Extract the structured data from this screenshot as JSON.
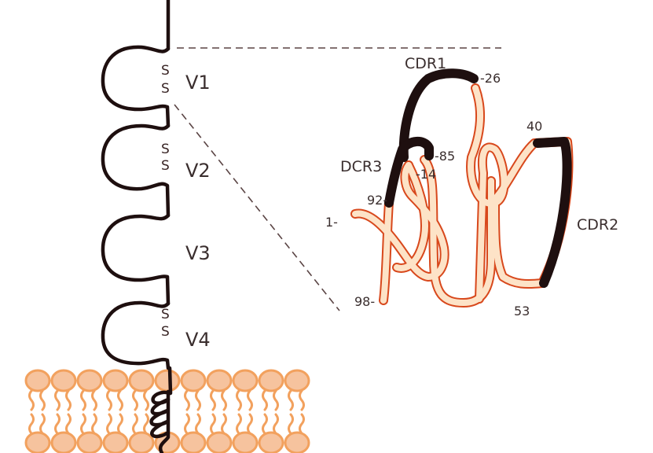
{
  "figure": {
    "type": "protein domain schematic",
    "colors": {
      "chain": "#1e0f0f",
      "dash": "#5a4444",
      "ribbon_fill": "#fde3c7",
      "ribbon_edge": "#d8481c",
      "cdr_fill": "#1e0f0f",
      "lipid_fill": "#f6c39e",
      "lipid_edge": "#f2a15e"
    }
  },
  "domains": [
    {
      "label": "V1",
      "disulfide": [
        "S",
        "S"
      ]
    },
    {
      "label": "V2",
      "disulfide": [
        "S",
        "S"
      ]
    },
    {
      "label": "V3",
      "disulfide": []
    },
    {
      "label": "V4",
      "disulfide": [
        "S",
        "S"
      ]
    }
  ],
  "membrane": {
    "lipid_heads_per_leaflet": 11,
    "leaflets": 2
  },
  "detail": {
    "regions": [
      {
        "label": "CDR1"
      },
      {
        "label": "DCR3"
      },
      {
        "label": "CDR2"
      }
    ],
    "residues": [
      {
        "label": "-26"
      },
      {
        "label": "40"
      },
      {
        "label": "-85"
      },
      {
        "label": "-14"
      },
      {
        "label": "92-"
      },
      {
        "label": "1-"
      },
      {
        "label": "98-"
      },
      {
        "label": "53"
      }
    ]
  }
}
